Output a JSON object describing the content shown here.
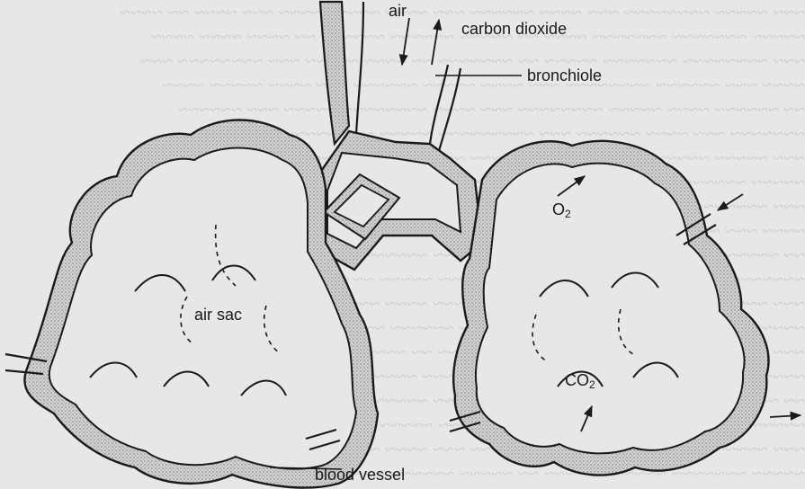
{
  "labels": {
    "air": "air",
    "carbon_dioxide": "carbon dioxide",
    "bronchiole": "bronchiole",
    "o2": {
      "base": "O",
      "sub": "2"
    },
    "air_sac": "air sac",
    "co2": {
      "base": "CO",
      "sub": "2"
    },
    "blood_vessel": "blood vessel"
  },
  "colors": {
    "ink": "#1a1a1a",
    "background": "#e7e7e5",
    "tissue_fill": "#bdbdbd"
  },
  "icons": [
    "arrow-in-icon",
    "arrow-out-icon"
  ]
}
